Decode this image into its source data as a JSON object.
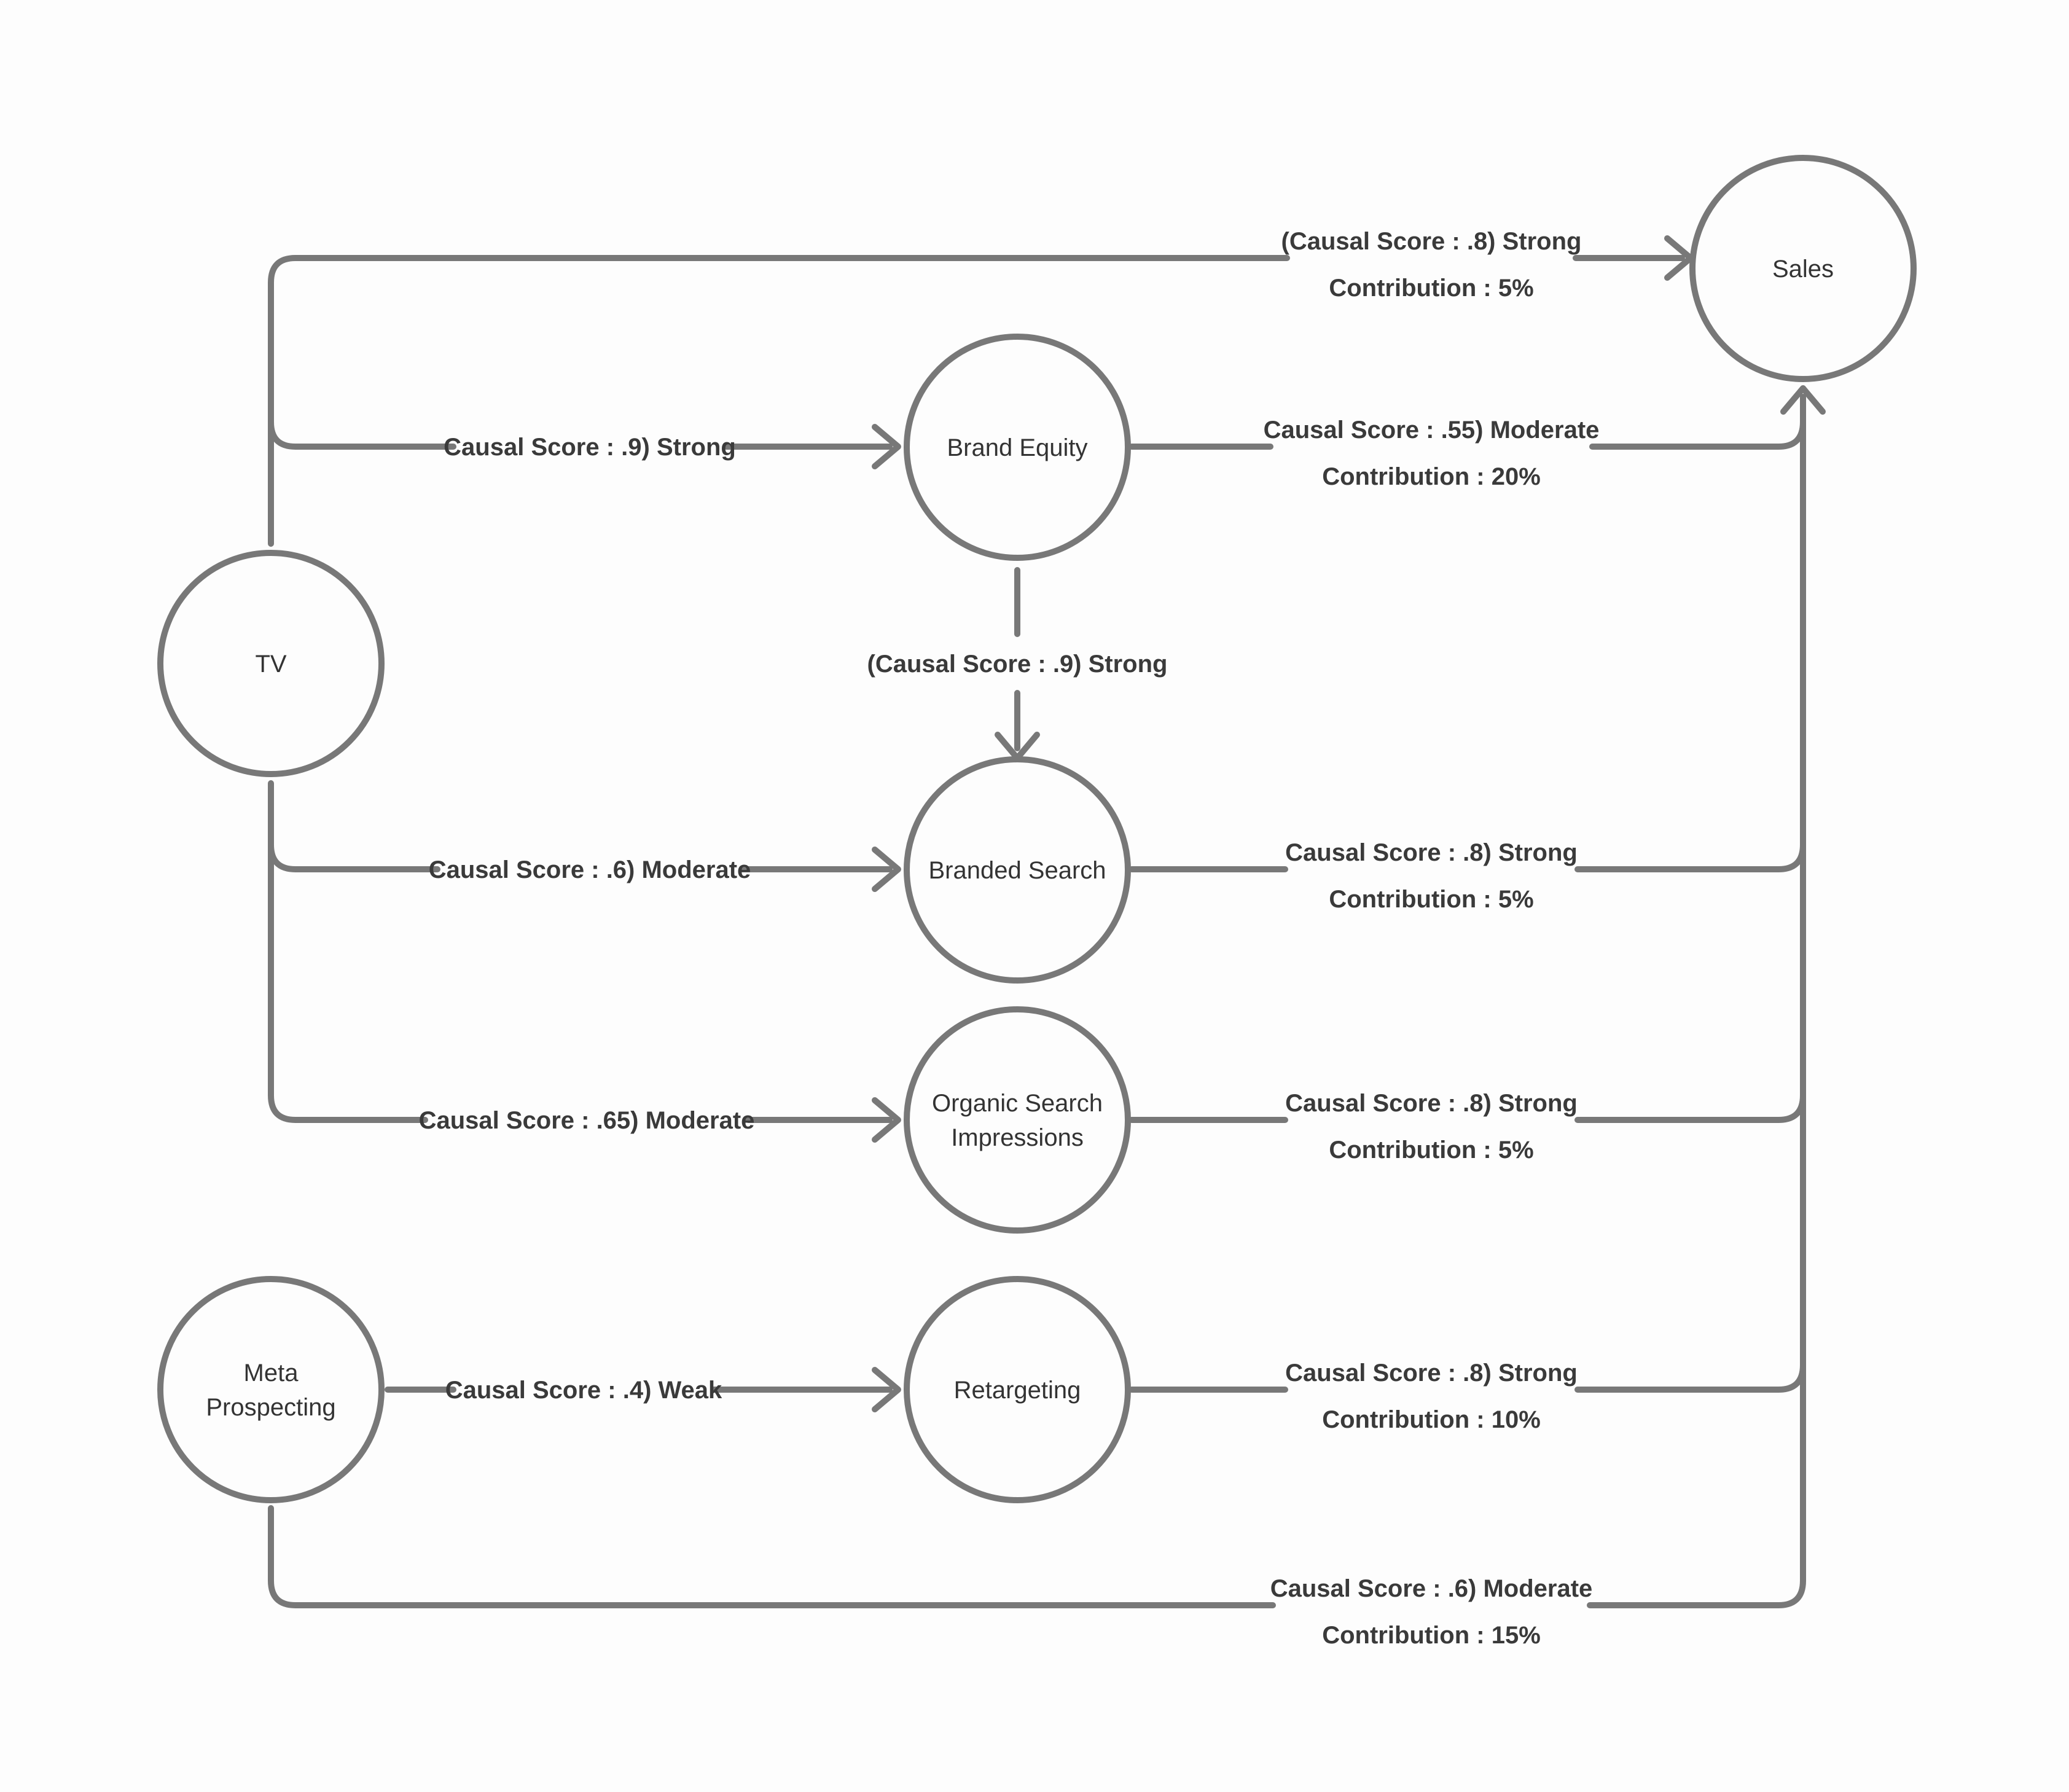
{
  "diagram": {
    "title": "Marketing causal graph",
    "colors": {
      "background": "#fdfdfd",
      "stroke": "#787878",
      "node_text": "#333333",
      "edge_label_text": "#3a3a3a"
    },
    "nodes": [
      {
        "id": "tv",
        "label": "TV"
      },
      {
        "id": "meta-prospecting",
        "label_line1": "Meta",
        "label_line2": "Prospecting"
      },
      {
        "id": "brand-equity",
        "label": "Brand Equity"
      },
      {
        "id": "branded-search",
        "label": "Branded Search"
      },
      {
        "id": "organic-search-impressions",
        "label_line1": "Organic Search",
        "label_line2": "Impressions"
      },
      {
        "id": "retargeting",
        "label": "Retargeting"
      },
      {
        "id": "sales",
        "label": "Sales"
      }
    ],
    "edges": [
      {
        "id": "tv-sales",
        "from": "TV",
        "to": "Sales",
        "score": "(Causal Score : .8) Strong",
        "contribution": "Contribution : 5%"
      },
      {
        "id": "tv-brand-equity",
        "from": "TV",
        "to": "Brand Equity",
        "score": "Causal Score : .9) Strong"
      },
      {
        "id": "brand-equity-sales",
        "from": "Brand Equity",
        "to": "Sales",
        "score": "Causal Score : .55) Moderate",
        "contribution": "Contribution : 20%"
      },
      {
        "id": "brand-equity-branded-search",
        "from": "Brand Equity",
        "to": "Branded Search",
        "score": "(Causal Score : .9) Strong"
      },
      {
        "id": "tv-branded-search",
        "from": "TV",
        "to": "Branded Search",
        "score": "Causal Score : .6) Moderate"
      },
      {
        "id": "branded-search-sales",
        "from": "Branded Search",
        "to": "Sales",
        "score": "Causal Score : .8) Strong",
        "contribution": "Contribution : 5%"
      },
      {
        "id": "tv-organic-search",
        "from": "TV",
        "to": "Organic Search Impressions",
        "score": "Causal Score : .65) Moderate"
      },
      {
        "id": "organic-search-sales",
        "from": "Organic Search Impressions",
        "to": "Sales",
        "score": "Causal Score : .8) Strong",
        "contribution": "Contribution : 5%"
      },
      {
        "id": "meta-retargeting",
        "from": "Meta Prospecting",
        "to": "Retargeting",
        "score": "Causal Score : .4) Weak"
      },
      {
        "id": "retargeting-sales",
        "from": "Retargeting",
        "to": "Sales",
        "score": "Causal Score : .8) Strong",
        "contribution": "Contribution : 10%"
      },
      {
        "id": "meta-sales",
        "from": "Meta Prospecting",
        "to": "Sales",
        "score": "Causal Score : .6) Moderate",
        "contribution": "Contribution : 15%"
      }
    ]
  }
}
